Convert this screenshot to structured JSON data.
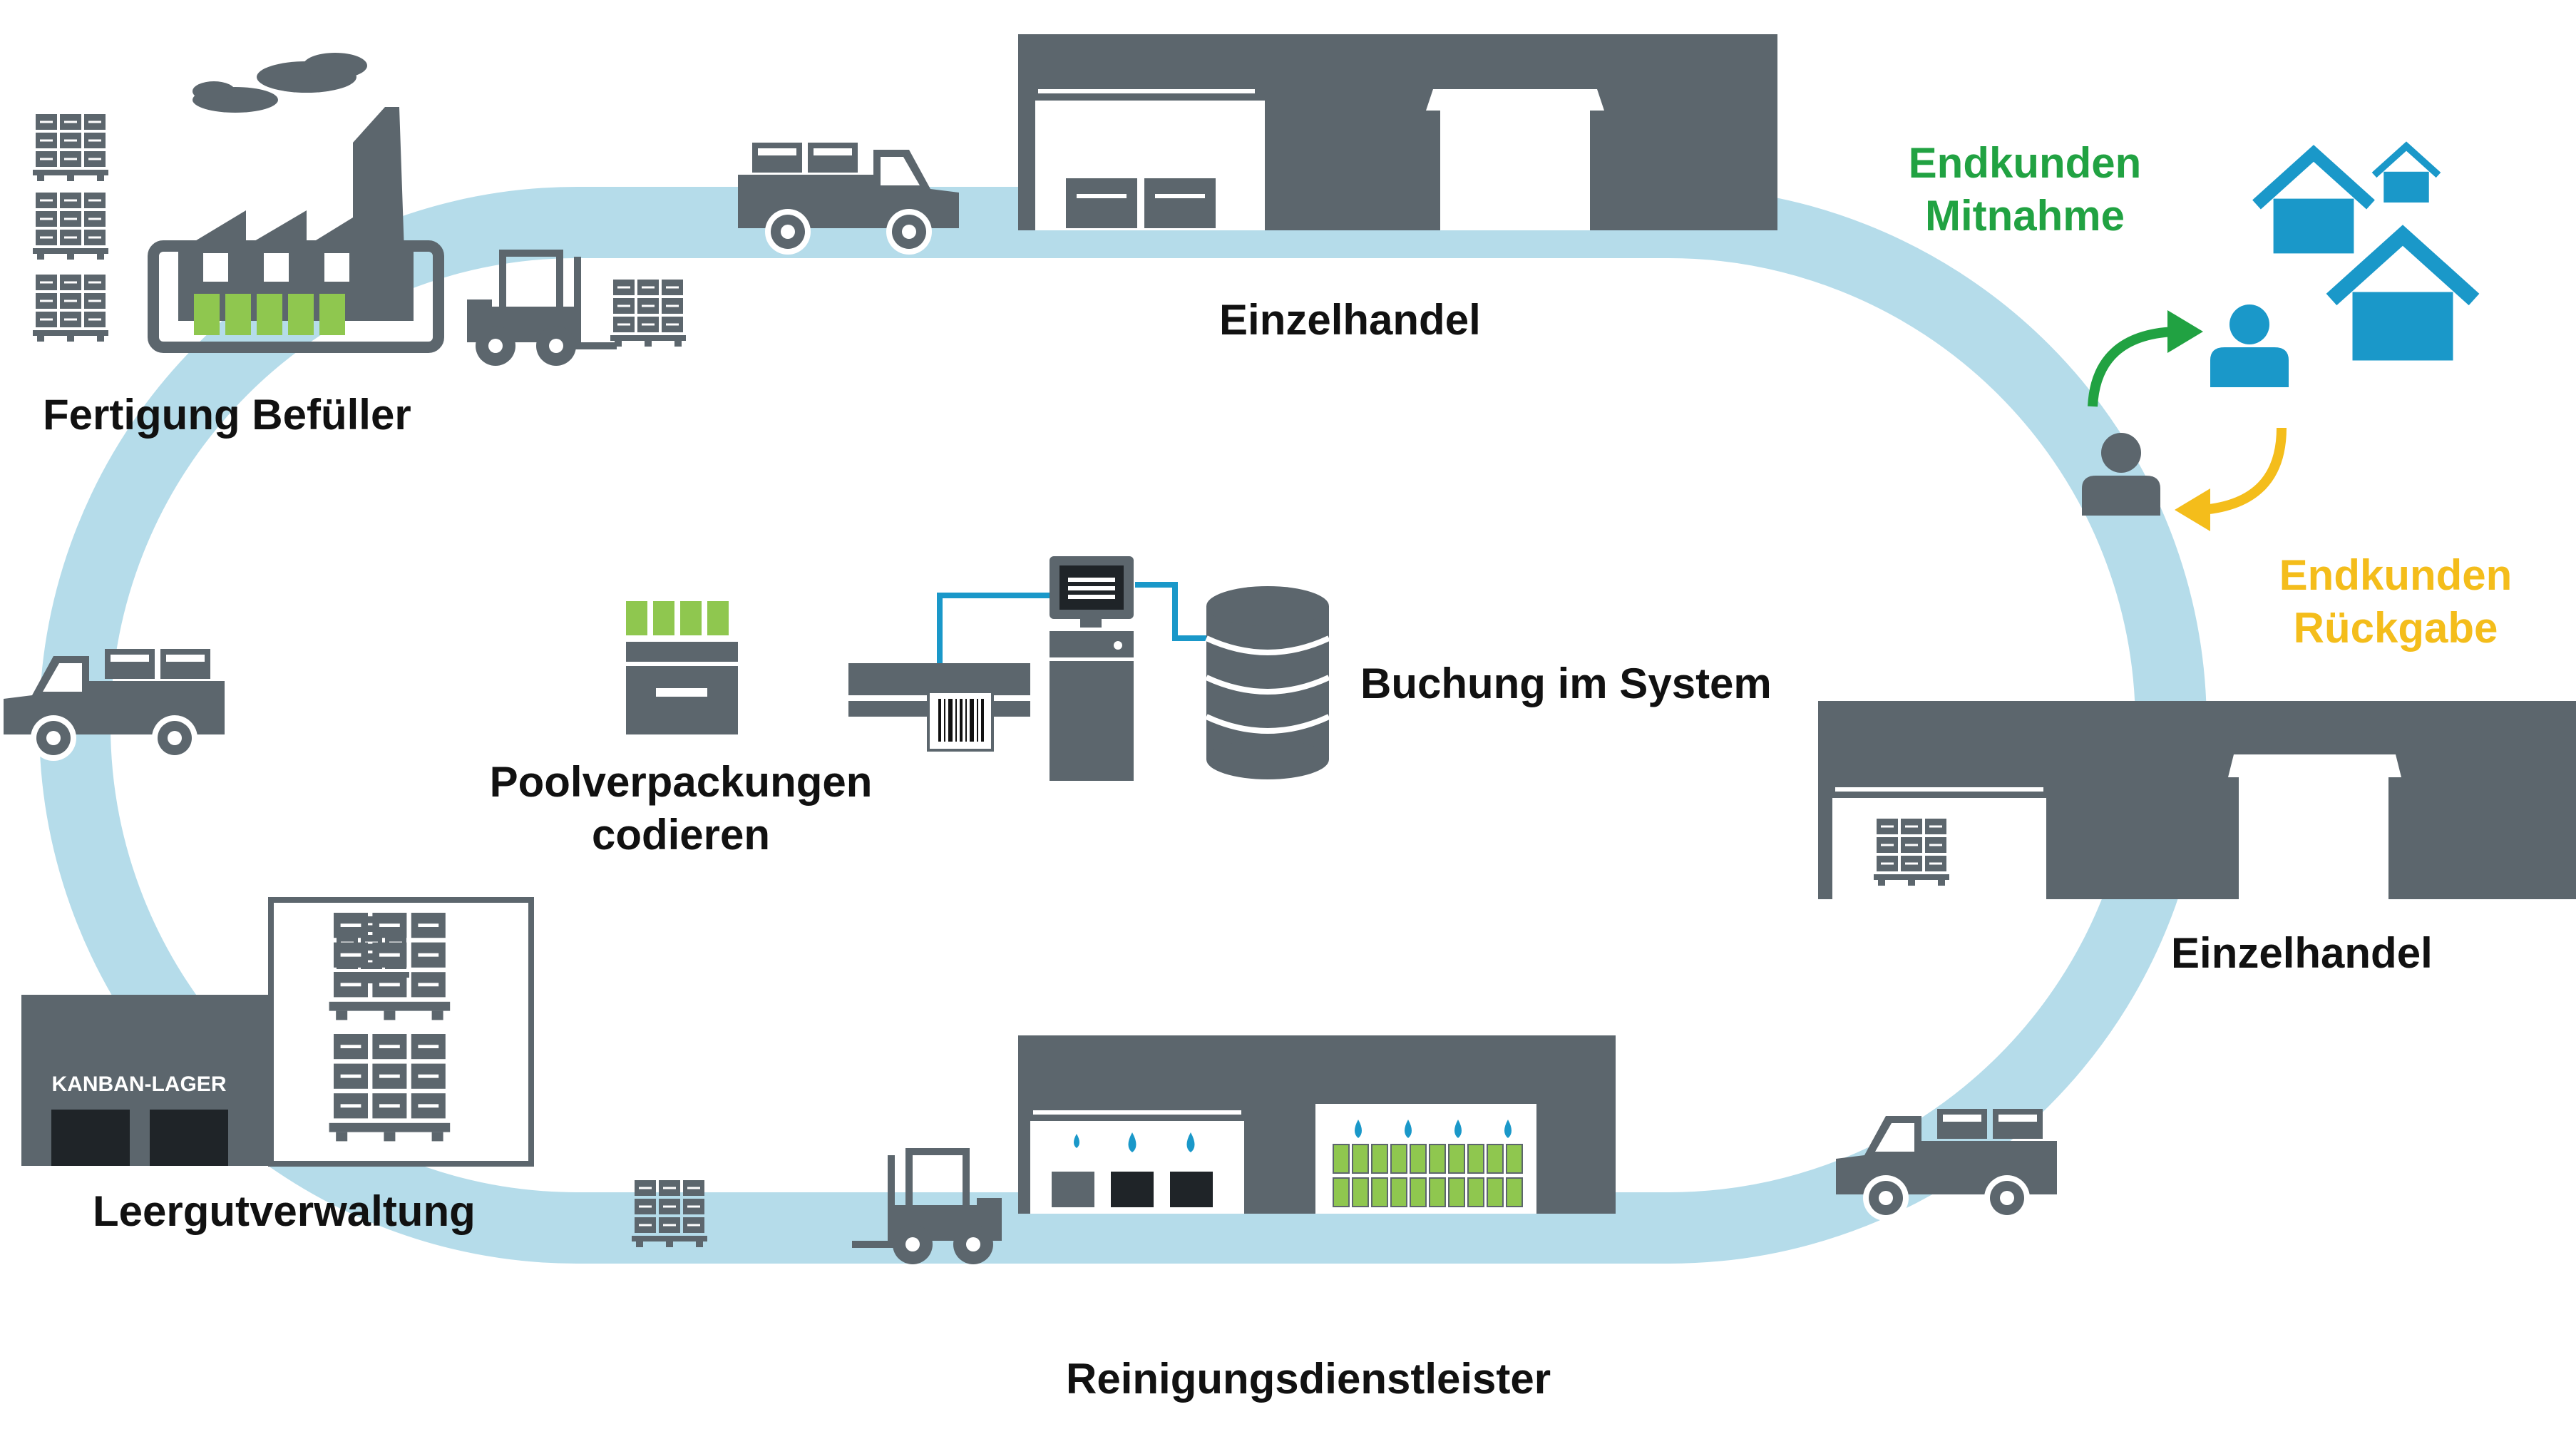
{
  "colors": {
    "loop": "#b5dcea",
    "building": "#5c666d",
    "green_box": "#8fc74f",
    "blue": "#1a98c9",
    "green_text": "#21a242",
    "yellow_text": "#f4bd1b",
    "text": "#111111"
  },
  "labels": {
    "fertigung": "Fertigung Befüller",
    "einzelhandel_top": "Einzelhandel",
    "einzelhandel_right": "Einzelhandel",
    "endkunden_mitnahme_1": "Endkunden",
    "endkunden_mitnahme_2": "Mitnahme",
    "endkunden_rueckgabe_1": "Endkunden",
    "endkunden_rueckgabe_2": "Rückgabe",
    "buchung": "Buchung im System",
    "pool_1": "Poolverpackungen",
    "pool_2": "codieren",
    "leergut": "Leergutverwaltung",
    "kanban": "KANBAN-LAGER",
    "reinigung": "Reinigungsdienstleister"
  },
  "icons": [
    "factory-icon",
    "truck-icon",
    "forklift-icon",
    "pallet-icon",
    "warehouse-icon",
    "house-icon",
    "person-icon",
    "arrow-icon",
    "computer-icon",
    "printer-icon",
    "barcode-icon",
    "database-icon",
    "box-icon",
    "water-drop-icon"
  ]
}
